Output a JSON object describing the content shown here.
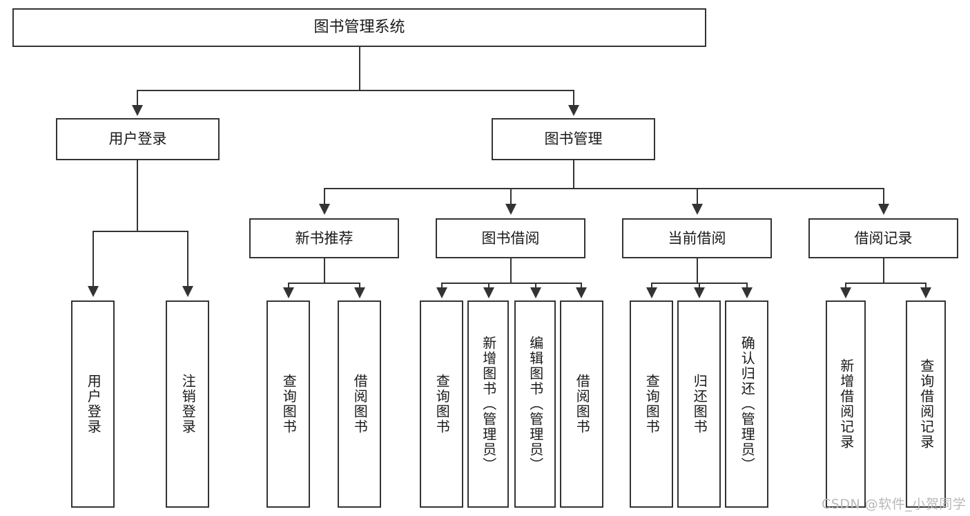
{
  "diagram": {
    "title": "图书管理系统",
    "root": {
      "label": "图书管理系统"
    },
    "level2": [
      {
        "label": "用户登录"
      },
      {
        "label": "图书管理"
      }
    ],
    "level3": [
      {
        "label": "新书推荐"
      },
      {
        "label": "图书借阅"
      },
      {
        "label": "当前借阅"
      },
      {
        "label": "借阅记录"
      }
    ],
    "leaves": {
      "user_login": [
        {
          "label": "用户登录"
        },
        {
          "label": "注销登录"
        }
      ],
      "new_book_recommend": [
        {
          "label": "查询图书"
        },
        {
          "label": "借阅图书"
        }
      ],
      "book_borrow": [
        {
          "label": "查询图书"
        },
        {
          "label": "新增图书（管理员）"
        },
        {
          "label": "编辑图书（管理员）"
        },
        {
          "label": "借阅图书"
        }
      ],
      "current_borrow": [
        {
          "label": "查询图书"
        },
        {
          "label": "归还图书"
        },
        {
          "label": "确认归还（管理员）"
        }
      ],
      "borrow_record": [
        {
          "label": "新增借阅记录"
        },
        {
          "label": "查询借阅记录"
        }
      ]
    }
  },
  "watermark": {
    "text": "CSDN @软件_小贺同学"
  },
  "colors": {
    "stroke": "#333333",
    "fill": "#ffffff",
    "text": "#1a1a1a",
    "watermark": "#b8b8b8"
  }
}
